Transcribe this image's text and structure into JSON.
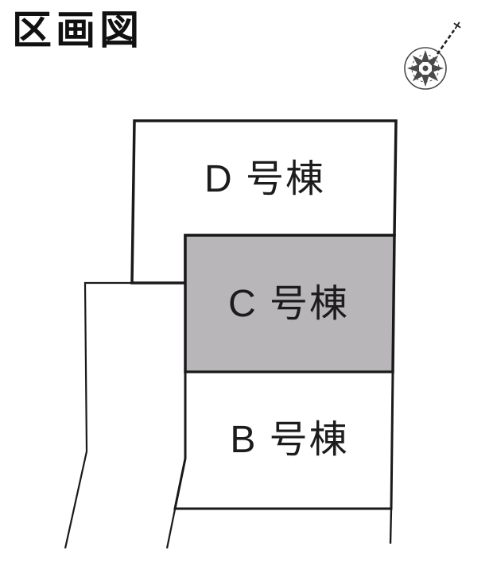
{
  "title": {
    "text": "区画図"
  },
  "plots": [
    {
      "id": "D",
      "label": "D 号棟",
      "fill": "#ffffff",
      "highlighted": false
    },
    {
      "id": "C",
      "label": "C 号棟",
      "fill": "#b9b6ba",
      "highlighted": true
    },
    {
      "id": "B",
      "label": "B 号棟",
      "fill": "#ffffff",
      "highlighted": false
    }
  ],
  "compass": {
    "icon": "compass-rose-icon",
    "arrow_icon": "north-arrow-icon",
    "arrow_direction": "northeast",
    "color": "#4a4a4a"
  },
  "colors": {
    "line": "#1a1a1a",
    "highlight_fill": "#b9b6ba",
    "background": "#ffffff"
  }
}
